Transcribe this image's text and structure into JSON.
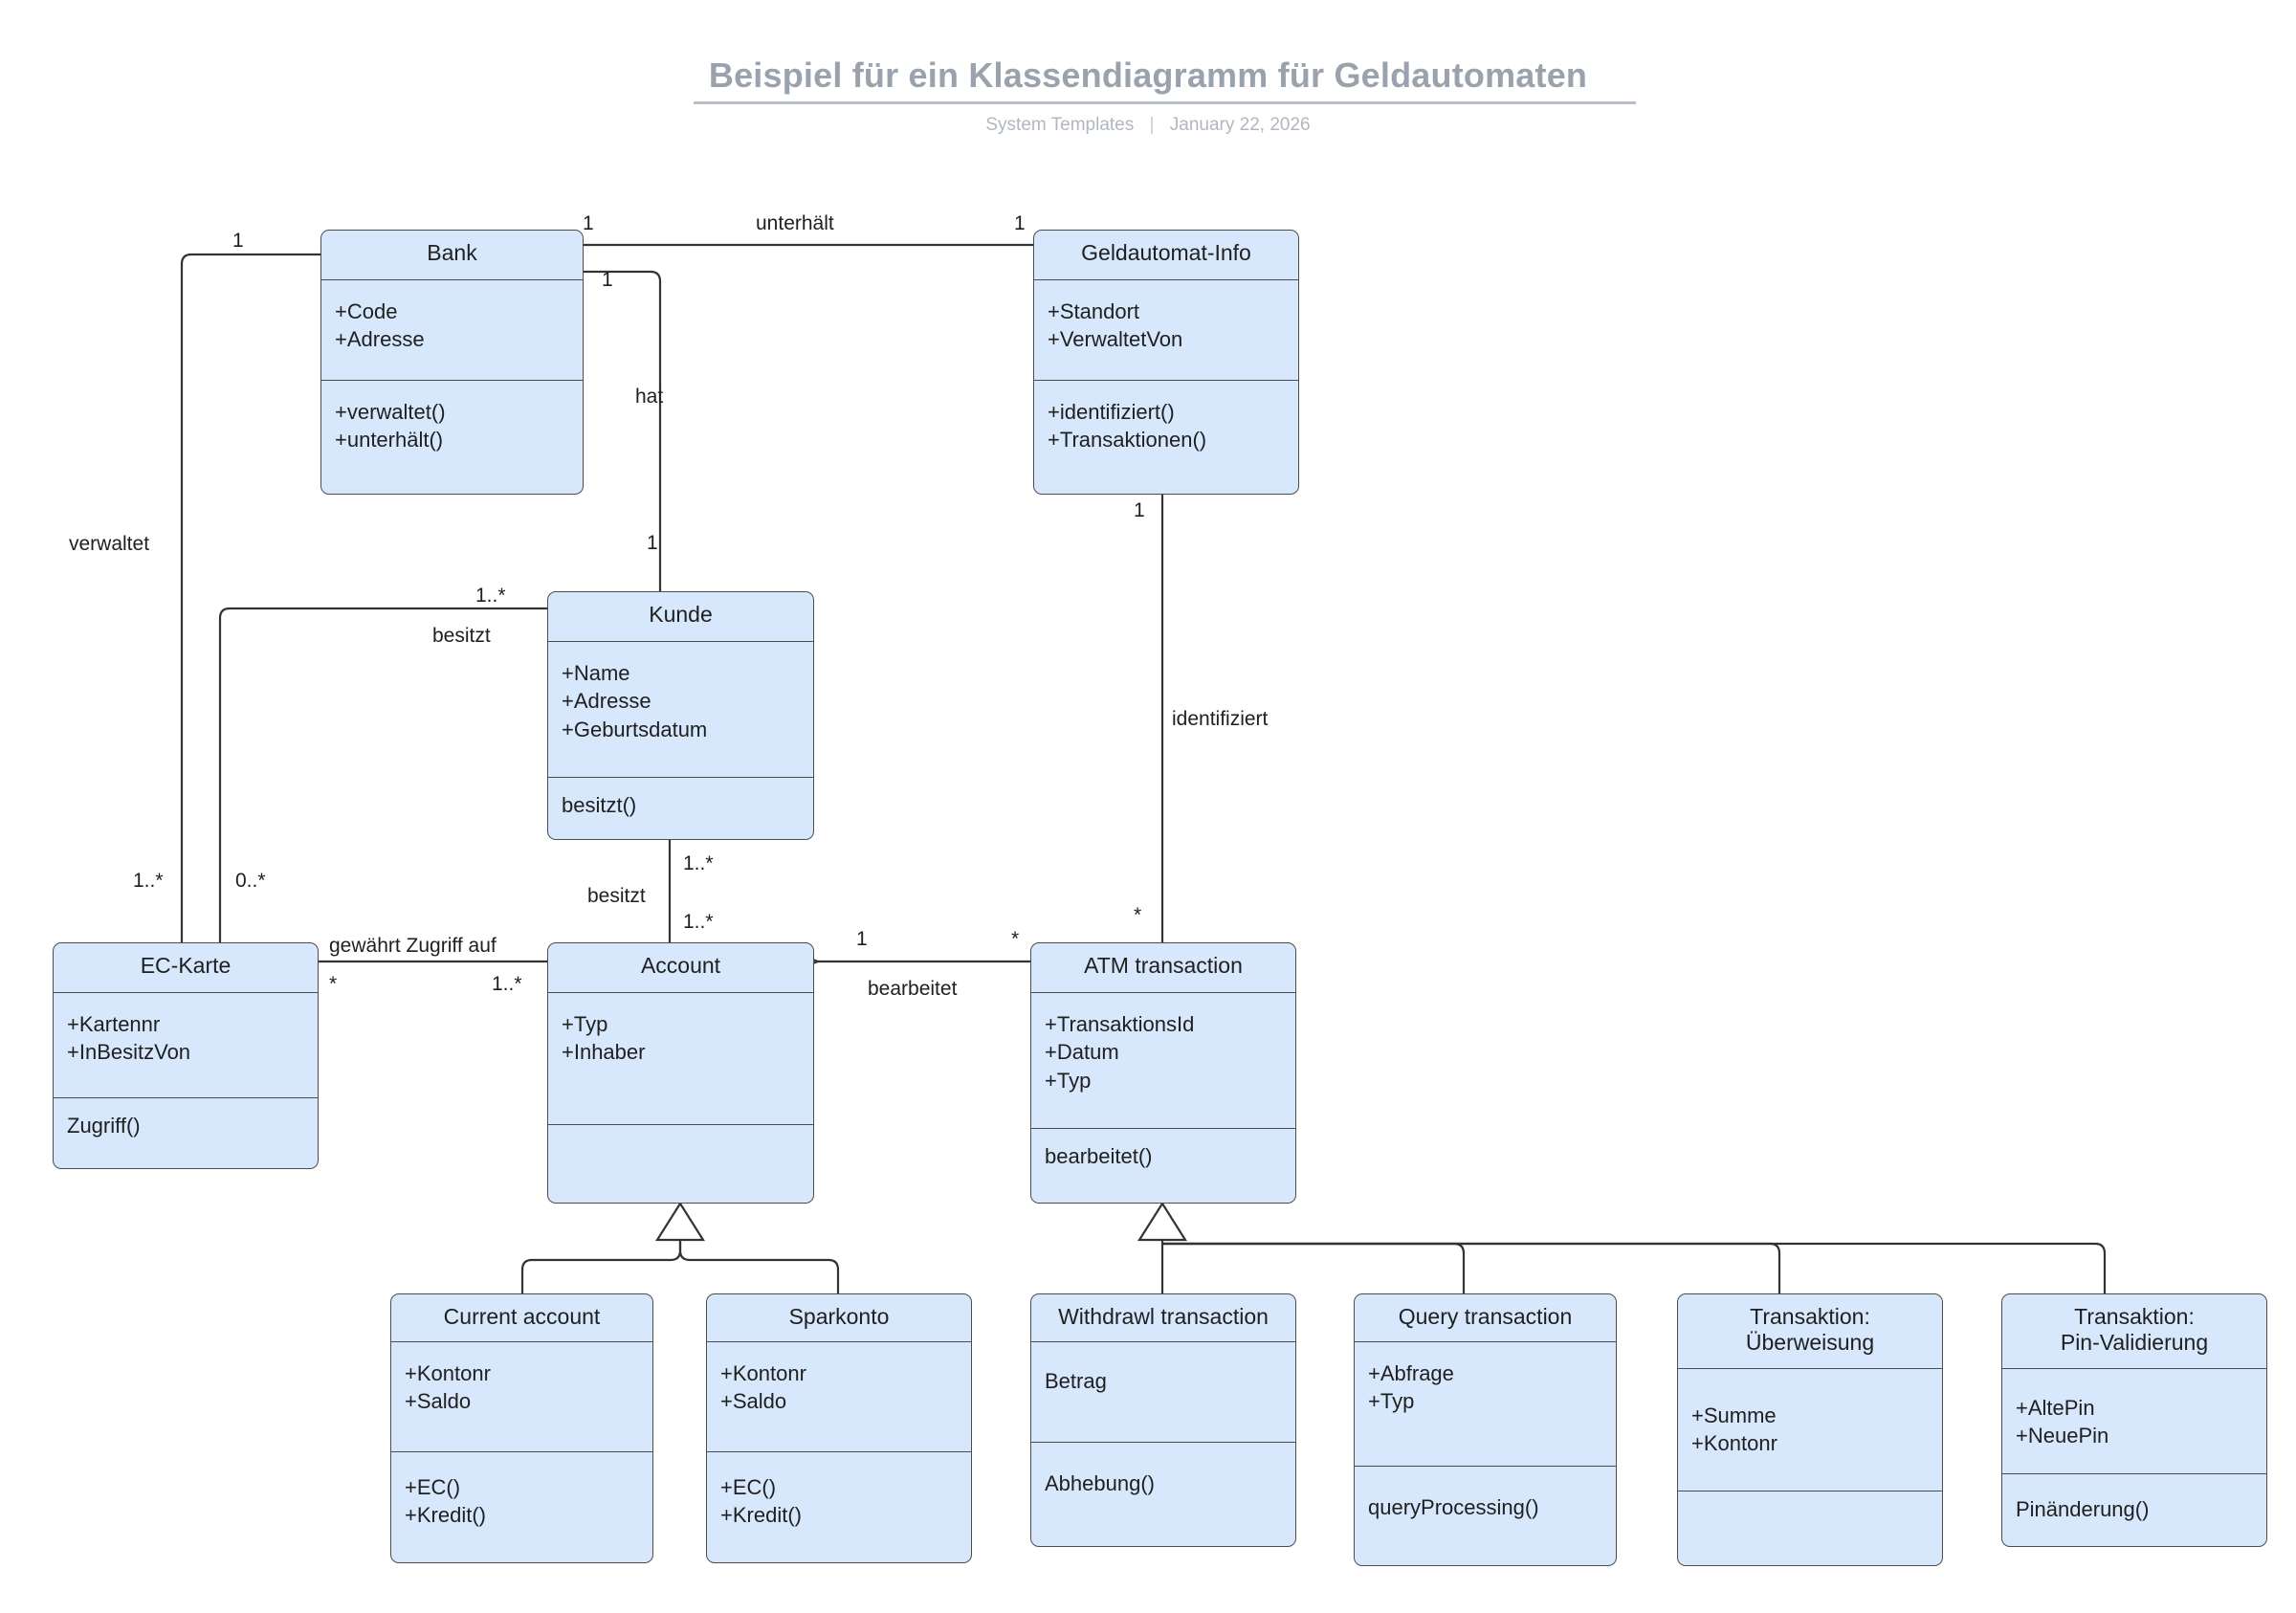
{
  "header": {
    "title": "Beispiel für ein Klassendiagramm für Geldautomaten",
    "author": "System Templates",
    "separator": "|",
    "date": "January 22, 2026"
  },
  "diagram": {
    "type": "uml-class-diagram",
    "colors": {
      "class_fill": "#d7e8fc",
      "class_border": "#4d4d4d",
      "connector": "#333333",
      "title_text": "#9aa2ad"
    },
    "classes": [
      {
        "id": "bank",
        "name": "Bank",
        "attributes": [
          "+Code",
          "+Adresse"
        ],
        "operations": [
          "+verwaltet()",
          "+unterhält()"
        ]
      },
      {
        "id": "geldautomat-info",
        "name": "Geldautomat-Info",
        "attributes": [
          "+Standort",
          "+VerwaltetVon"
        ],
        "operations": [
          "+identifiziert()",
          "+Transaktionen()"
        ]
      },
      {
        "id": "kunde",
        "name": "Kunde",
        "attributes": [
          "+Name",
          "+Adresse",
          "+Geburtsdatum"
        ],
        "operations": [
          "besitzt()"
        ]
      },
      {
        "id": "ec-karte",
        "name": "EC-Karte",
        "attributes": [
          "+Kartennr",
          "+InBesitzVon"
        ],
        "operations": [
          "Zugriff()"
        ]
      },
      {
        "id": "account",
        "name": "Account",
        "attributes": [
          "+Typ",
          "+Inhaber"
        ],
        "operations": []
      },
      {
        "id": "atm-transaction",
        "name": "ATM transaction",
        "attributes": [
          "+TransaktionsId",
          "+Datum",
          "+Typ"
        ],
        "operations": [
          "bearbeitet()"
        ]
      },
      {
        "id": "current-account",
        "name": "Current account",
        "attributes": [
          "+Kontonr",
          "+Saldo"
        ],
        "operations": [
          "+EC()",
          "+Kredit()"
        ]
      },
      {
        "id": "sparkonto",
        "name": "Sparkonto",
        "attributes": [
          "+Kontonr",
          "+Saldo"
        ],
        "operations": [
          "+EC()",
          "+Kredit()"
        ]
      },
      {
        "id": "withdrawl-transaction",
        "name": "Withdrawl transaction",
        "attributes": [
          "Betrag"
        ],
        "operations": [
          "Abhebung()"
        ]
      },
      {
        "id": "query-transaction",
        "name": "Query transaction",
        "attributes": [
          "+Abfrage",
          "+Typ"
        ],
        "operations": [
          "queryProcessing()"
        ]
      },
      {
        "id": "transaktion-ueberweisung",
        "name": "Transaktion:\nÜberweisung",
        "attributes": [
          "+Summe",
          "+Kontonr"
        ],
        "operations": []
      },
      {
        "id": "transaktion-pin-validierung",
        "name": "Transaktion:\nPin-Validierung",
        "attributes": [
          "+AltePin",
          "+NeuePin"
        ],
        "operations": [
          "Pinänderung()"
        ]
      }
    ],
    "relationships": [
      {
        "id": "unterhaelt",
        "label": "unterhält",
        "from": "bank",
        "to": "geldautomat-info",
        "from_mult": "1",
        "to_mult": "1",
        "kind": "association"
      },
      {
        "id": "hat",
        "label": "hat",
        "from": "bank",
        "to": "kunde",
        "from_mult": "1",
        "to_mult": "1",
        "kind": "association"
      },
      {
        "id": "verwaltet",
        "label": "verwaltet",
        "from": "bank",
        "to": "ec-karte",
        "from_mult": "1",
        "to_mult": "1..*",
        "kind": "association"
      },
      {
        "id": "besitzt-karte",
        "label": "besitzt",
        "from": "kunde",
        "to": "ec-karte",
        "from_mult": "1..*",
        "to_mult": "0..*",
        "kind": "association"
      },
      {
        "id": "besitzt-konto",
        "label": "besitzt",
        "from": "kunde",
        "to": "account",
        "from_mult": "1..*",
        "to_mult": "1..*",
        "kind": "association"
      },
      {
        "id": "gewaehrt-zugriff",
        "label": "gewährt Zugriff auf",
        "from": "ec-karte",
        "to": "account",
        "from_mult": "*",
        "to_mult": "1..*",
        "kind": "association"
      },
      {
        "id": "bearbeitet",
        "label": "bearbeitet",
        "from": "atm-transaction",
        "to": "account",
        "from_mult": "*",
        "to_mult": "1",
        "kind": "directed-association"
      },
      {
        "id": "identifiziert",
        "label": "identifiziert",
        "from": "geldautomat-info",
        "to": "atm-transaction",
        "from_mult": "1",
        "to_mult": "*",
        "kind": "association"
      },
      {
        "id": "gen-account",
        "label": "",
        "from": "account",
        "to": [
          "current-account",
          "sparkonto"
        ],
        "kind": "generalization"
      },
      {
        "id": "gen-atm",
        "label": "",
        "from": "atm-transaction",
        "to": [
          "withdrawl-transaction",
          "query-transaction",
          "transaktion-ueberweisung",
          "transaktion-pin-validierung"
        ],
        "kind": "generalization"
      }
    ]
  }
}
